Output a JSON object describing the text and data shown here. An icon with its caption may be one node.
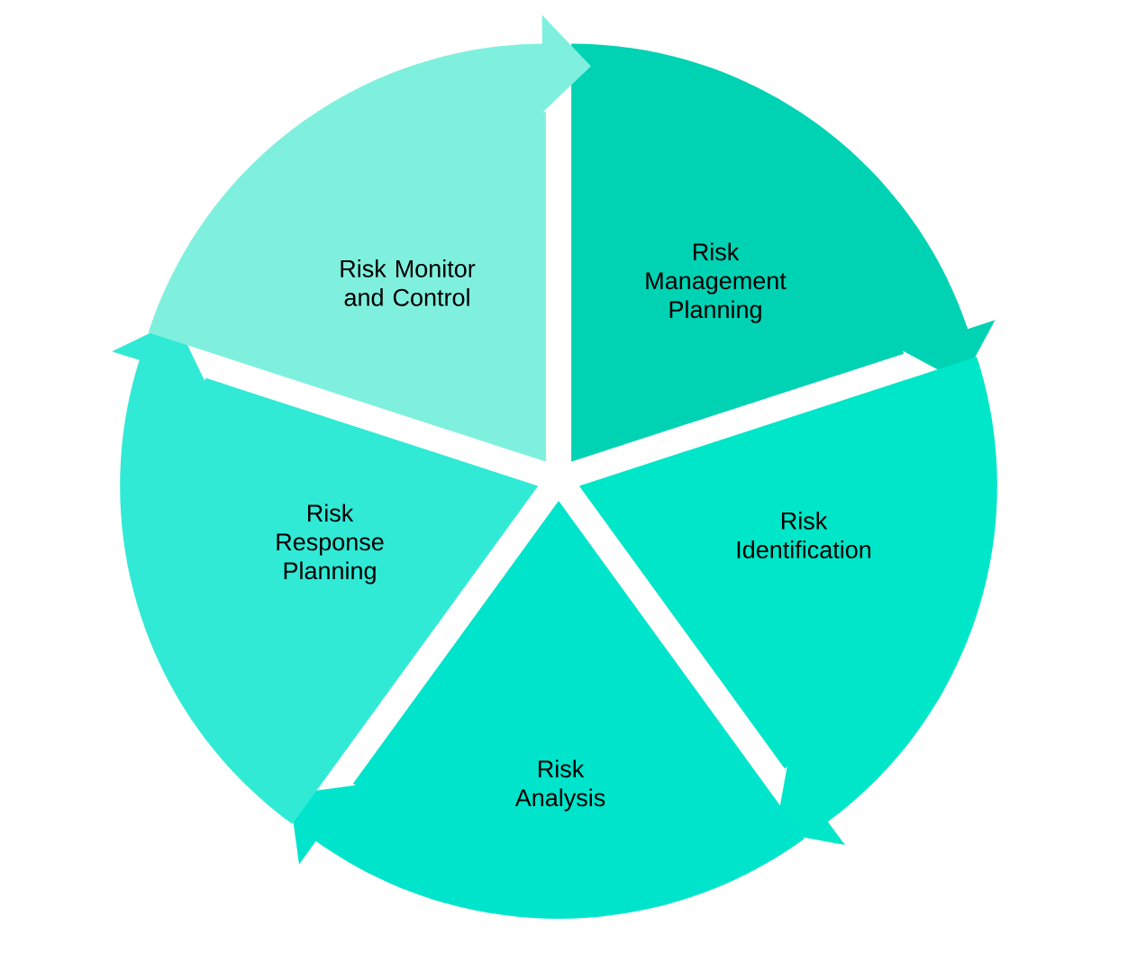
{
  "diagram": {
    "nodes": [
      {
        "text": [
          "Risk Management Planning"
        ]
      },
      {
        "text": [
          "Risk Identification"
        ]
      },
      {
        "text": [
          "Risk Analysis"
        ]
      },
      {
        "text": [
          "Risk Response Planning"
        ]
      },
      {
        "text": [
          "Risk Monitor and Control"
        ]
      }
    ]
  }
}
